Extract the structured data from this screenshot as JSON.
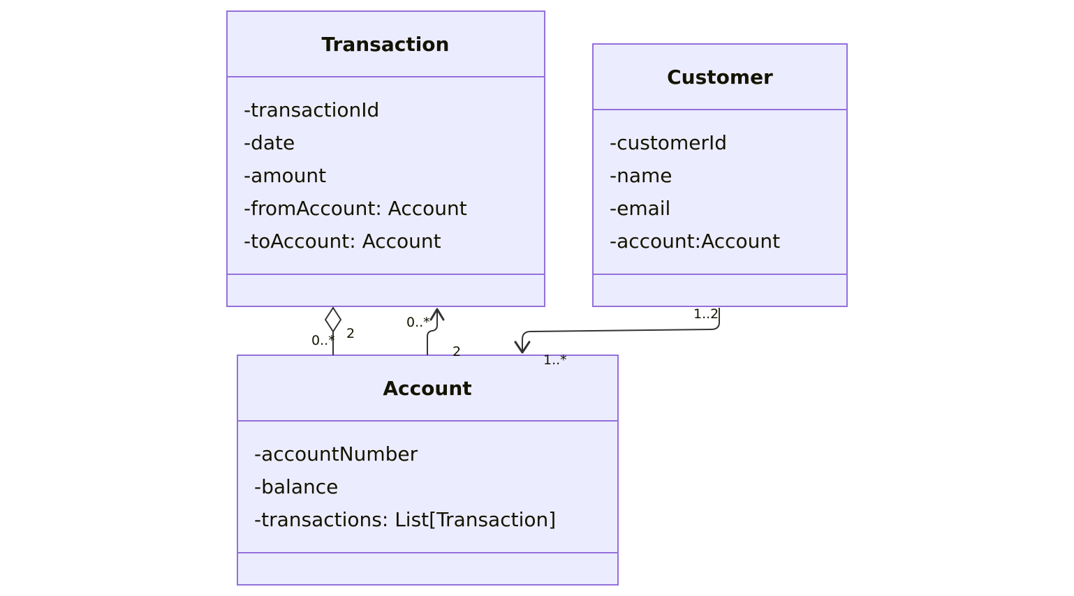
{
  "classes": {
    "transaction": {
      "name": "Transaction",
      "attributes": [
        "-transactionId",
        "-date",
        "-amount",
        "-fromAccount: Account",
        "-toAccount: Account"
      ]
    },
    "customer": {
      "name": "Customer",
      "attributes": [
        "-customerId",
        "-name",
        "-email",
        "-account:Account"
      ]
    },
    "account": {
      "name": "Account",
      "attributes": [
        "-accountNumber",
        "-balance",
        "-transactions: List[Transaction]"
      ]
    }
  },
  "relations": {
    "aggregation": {
      "from": "Transaction",
      "to": "Account",
      "multiplicity_transaction_end": "2",
      "multiplicity_account_end": "0..*"
    },
    "association_account_transaction": {
      "from": "Account",
      "to": "Transaction",
      "multiplicity_transaction_end": "0..*",
      "multiplicity_account_end": "2"
    },
    "association_customer_account": {
      "from": "Customer",
      "to": "Account",
      "multiplicity_customer_end": "1..2",
      "multiplicity_account_end": "1..*"
    }
  },
  "colors": {
    "box_fill": "#ececff",
    "box_stroke": "#9370db",
    "edge": "#333333",
    "text": "#131300"
  }
}
